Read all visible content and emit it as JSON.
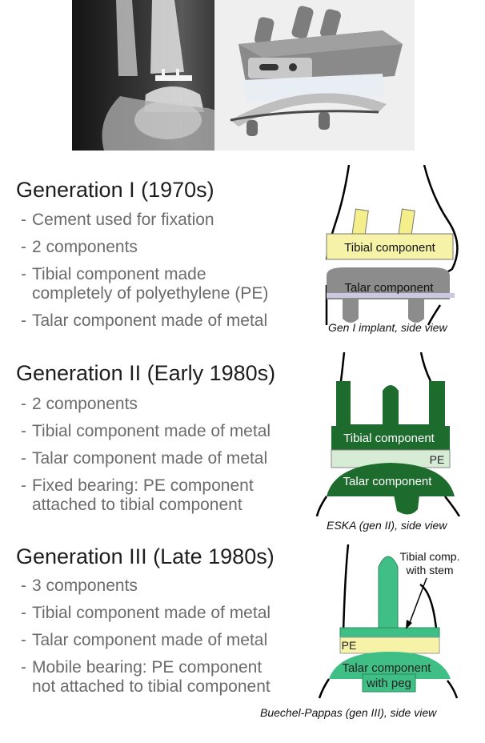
{
  "photos": {
    "xray_label": "",
    "implant_label": ""
  },
  "generations": [
    {
      "title": "Generation I (1970s)",
      "bullets": [
        [
          "Cement used for fixation"
        ],
        [
          "2 components"
        ],
        [
          "Tibial component made",
          "completely of polyethylene (PE)"
        ],
        [
          "Talar component made of metal"
        ]
      ],
      "diagram": {
        "tibial_label": "Tibial component",
        "talar_label": "Talar component",
        "caption": "Gen I implant, side view"
      }
    },
    {
      "title": "Generation II (Early 1980s)",
      "bullets": [
        [
          "2 components"
        ],
        [
          "Tibial component made of metal"
        ],
        [
          "Talar component made of metal"
        ],
        [
          "Fixed bearing: PE component",
          "attached to tibial component"
        ]
      ],
      "diagram": {
        "tibial_label": "Tibial component",
        "pe_label": "PE",
        "talar_label": "Talar component",
        "caption": "ESKA (gen II), side view"
      }
    },
    {
      "title": "Generation III (Late 1980s)",
      "bullets": [
        [
          "3 components"
        ],
        [
          "Tibial component made of metal"
        ],
        [
          "Talar component made of metal"
        ],
        [
          "Mobile bearing: PE component",
          "not attached to tibial component"
        ]
      ],
      "diagram": {
        "tibial_label_line1": "Tibial comp.",
        "tibial_label_line2": "with stem",
        "pe_label": "PE",
        "talar_label_line1": "Talar component",
        "talar_label_line2": "with peg",
        "caption": "Buechel-Pappas (gen III), side view"
      }
    }
  ],
  "colors": {
    "gen1_tibial": "#f6f3a8",
    "gen1_talar": "#8c8c8c",
    "gen2_green": "#1e6b2e",
    "gen2_pe": "#d7ecd4",
    "gen3_teal": "#3fbf86",
    "gen3_pe": "#f6f3a8"
  }
}
